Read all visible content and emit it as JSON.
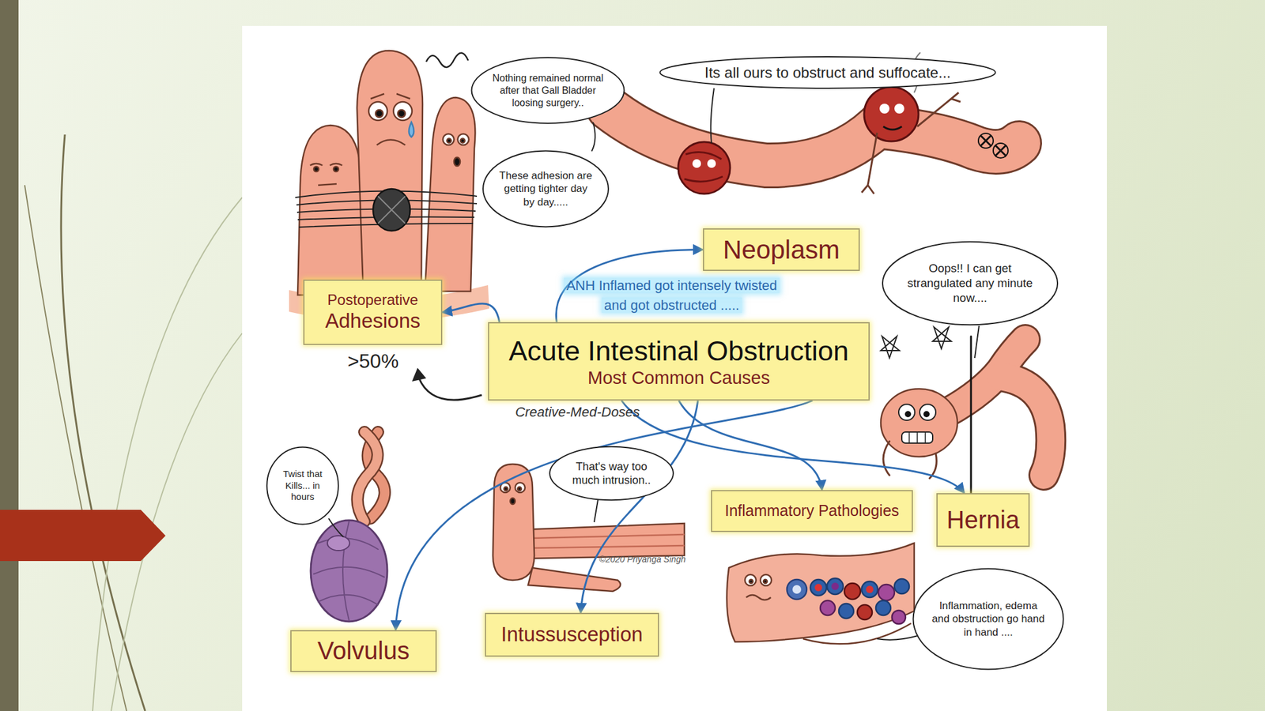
{
  "diagram": {
    "nodes": [
      {
        "text": [
          "Nothing remained normal after that Gall Bladder loosing surgery.."
        ]
      },
      {
        "text": [
          "Its all ours to obstruct and suffocate..."
        ]
      },
      {
        "text": [
          "These adhesion are getting tighter day by day....."
        ]
      },
      {
        "text": [
          "Neoplasm"
        ]
      },
      {
        "text": [
          "Oops!! I can get strangulated any minute now...."
        ]
      },
      {
        "text": [
          "Postoperative",
          "Adhesions"
        ]
      },
      {
        "text": [
          "Acute Intestinal Obstruction",
          "Most Common Causes"
        ]
      },
      {
        "text": [
          "Twist that Kills... in hours"
        ]
      },
      {
        "text": [
          "That's way too much intrusion.."
        ]
      },
      {
        "text": [
          "Inflammatory Pathologies"
        ]
      },
      {
        "text": [
          "Hernia"
        ]
      },
      {
        "text": [
          "Inflammation, edema and obstruction go hand in hand ...."
        ]
      },
      {
        "text": [
          "Intussusception"
        ]
      },
      {
        "text": [
          "Volvulus"
        ]
      }
    ],
    "edges": [
      {
        "from": 6,
        "to": 5,
        "arrow": "to"
      },
      {
        "from": 6,
        "to": 3,
        "arrow": "to"
      },
      {
        "from": 6,
        "to": 13,
        "arrow": "to"
      },
      {
        "from": 6,
        "to": 12,
        "arrow": "to"
      },
      {
        "from": 6,
        "to": 9,
        "arrow": "to"
      },
      {
        "from": 6,
        "to": 10,
        "arrow": "to"
      }
    ],
    "labels": [
      "ANH Inflamed got intensely twisted and got obstructed .....",
      ">50%",
      "Creative-Med-Doses",
      "©2020 Priyanga Singh"
    ]
  }
}
